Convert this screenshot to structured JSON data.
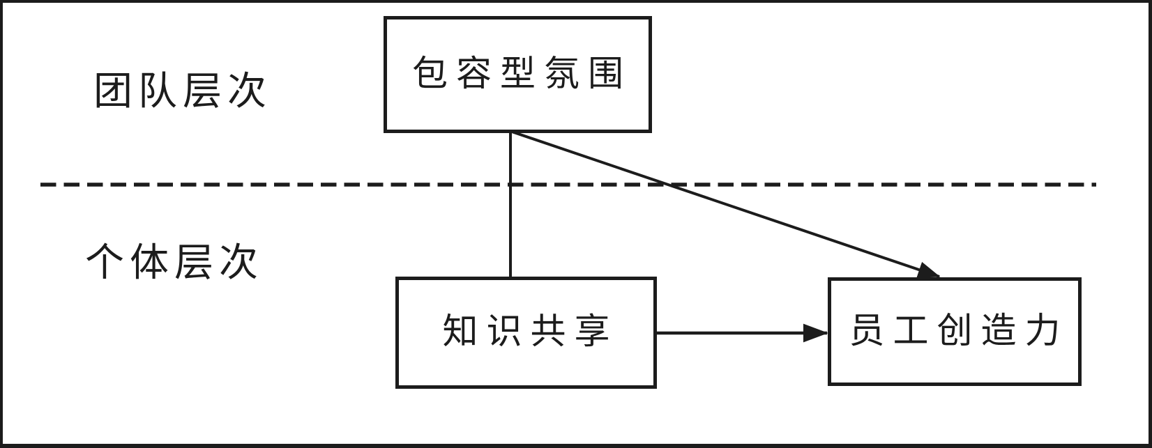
{
  "diagram": {
    "title_implicit": "",
    "background_color": "#ffffff",
    "line_color": "#1c1c1c",
    "levels": {
      "team": {
        "label": "团队层次"
      },
      "individual": {
        "label": "个体层次"
      }
    },
    "nodes": {
      "inclusive_climate": {
        "label": "包容型氛围",
        "level": "团队层次"
      },
      "knowledge_sharing": {
        "label": "知识共享",
        "level": "个体层次"
      },
      "employee_creativity": {
        "label": "员工创造力",
        "level": "个体层次"
      }
    },
    "edges": [
      {
        "from": "包容型氛围",
        "to": "知识共享",
        "style": "plain-line"
      },
      {
        "from": "包容型氛围",
        "to": "员工创造力",
        "style": "arrow"
      },
      {
        "from": "知识共享",
        "to": "员工创造力",
        "style": "arrow"
      }
    ],
    "divider": {
      "style": "dashed",
      "separates": [
        "团队层次",
        "个体层次"
      ]
    }
  }
}
